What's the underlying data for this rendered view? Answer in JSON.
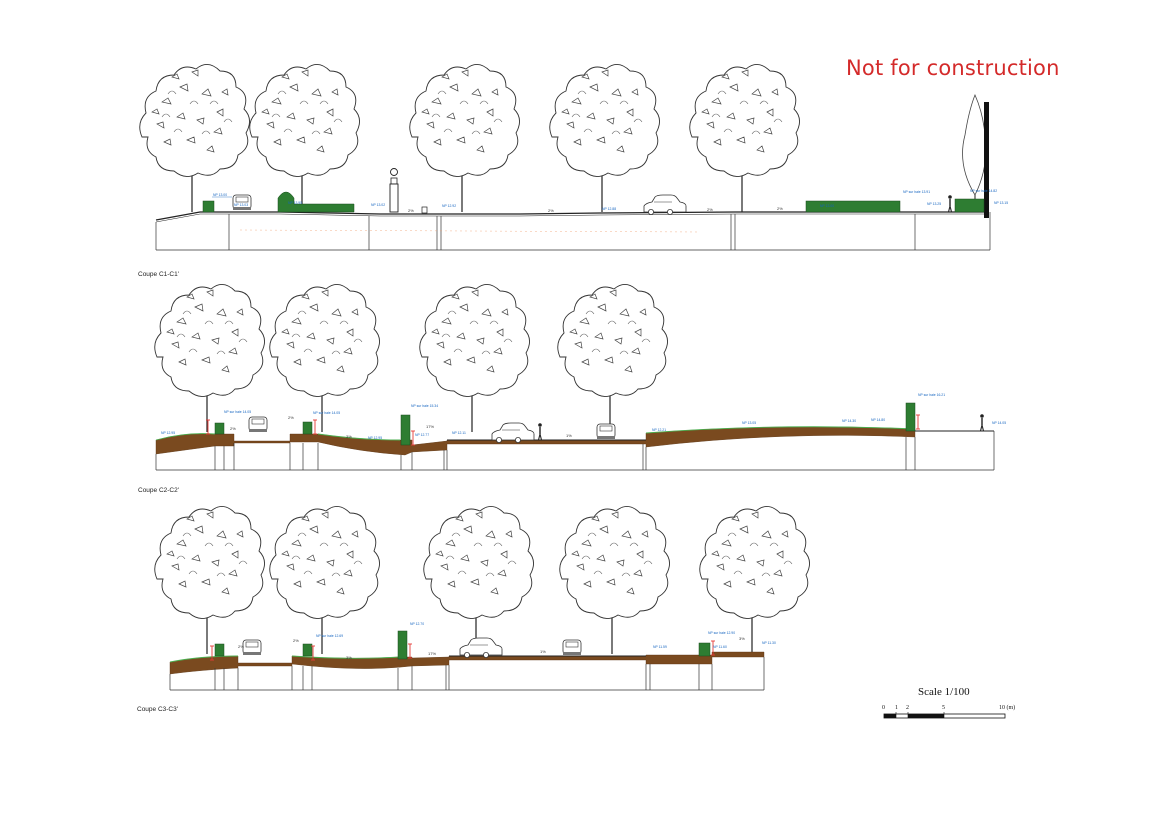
{
  "stamp": "Not for construction",
  "sections": [
    {
      "id": "c1",
      "title": "Coupe C1-C1'"
    },
    {
      "id": "c2",
      "title": "Coupe C2-C2'"
    },
    {
      "id": "c3",
      "title": "Coupe C3-C3'"
    }
  ],
  "scale": {
    "label": "Scale 1/100",
    "ticks": [
      "0",
      "1",
      "2",
      "5",
      "10 (m)"
    ]
  },
  "slopes": {
    "c1": [
      "2%",
      "2%",
      "2%",
      "2%"
    ],
    "c2": [
      "2%",
      "2%",
      "3%",
      "17%",
      "1%"
    ],
    "c3": [
      "2%",
      "2%",
      "3%",
      "17%",
      "1%",
      "3%"
    ]
  },
  "colors": {
    "stamp": "#d42a2a",
    "hedge": "#2e7d32",
    "soil": "#7a4a1f",
    "grass_line": "#4caf50",
    "level_marker": "#e53935",
    "line": "#222222"
  },
  "icons": [
    "tree-icon",
    "car-icon",
    "person-icon",
    "lamp-post-icon",
    "hedge-icon"
  ]
}
